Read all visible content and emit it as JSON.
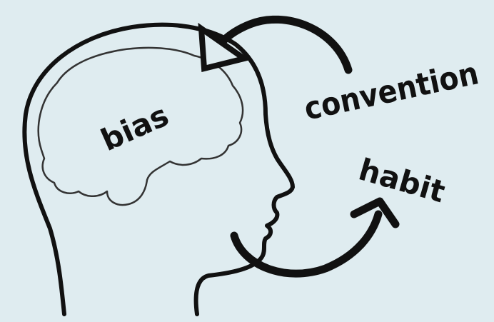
{
  "labels": {
    "bias": "bias",
    "convention": "convention",
    "habit": "habit"
  },
  "colors": {
    "background": "#dfecf0",
    "ink": "#111111",
    "brain": "#333333"
  },
  "icons": [
    "head-silhouette-icon",
    "brain-icon",
    "curved-arrow-icon"
  ]
}
